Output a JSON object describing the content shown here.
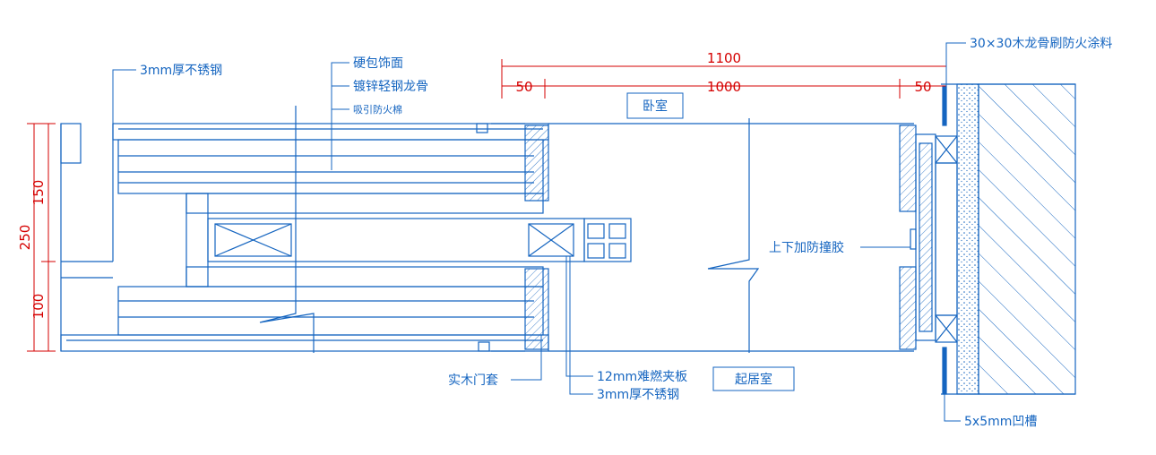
{
  "colors": {
    "linework": "#1565c0",
    "dimension": "#d50000",
    "background": "#ffffff"
  },
  "rooms": {
    "bedroom": "卧室",
    "living_room": "起居室"
  },
  "labels": {
    "stainless_top": "3mm厚不锈钢",
    "hard_finish": "硬包饰面",
    "light_steel_keel": "镀锌轻钢龙骨",
    "fire_cotton": "吸引防火棉",
    "wood_keel": "30×30木龙骨刷防火涂料",
    "bumper_rubber": "上下加防撞胶",
    "solid_wood_frame": "实木门套",
    "fire_board": "12mm难燃夹板",
    "stainless_bottom": "3mm厚不锈钢",
    "groove": "5x5mm凹槽"
  },
  "dimensions": {
    "total": "1100",
    "left_offset": "50",
    "middle": "1000",
    "right_offset": "50",
    "overall_height": "250",
    "upper_height": "150",
    "lower_height": "100"
  }
}
